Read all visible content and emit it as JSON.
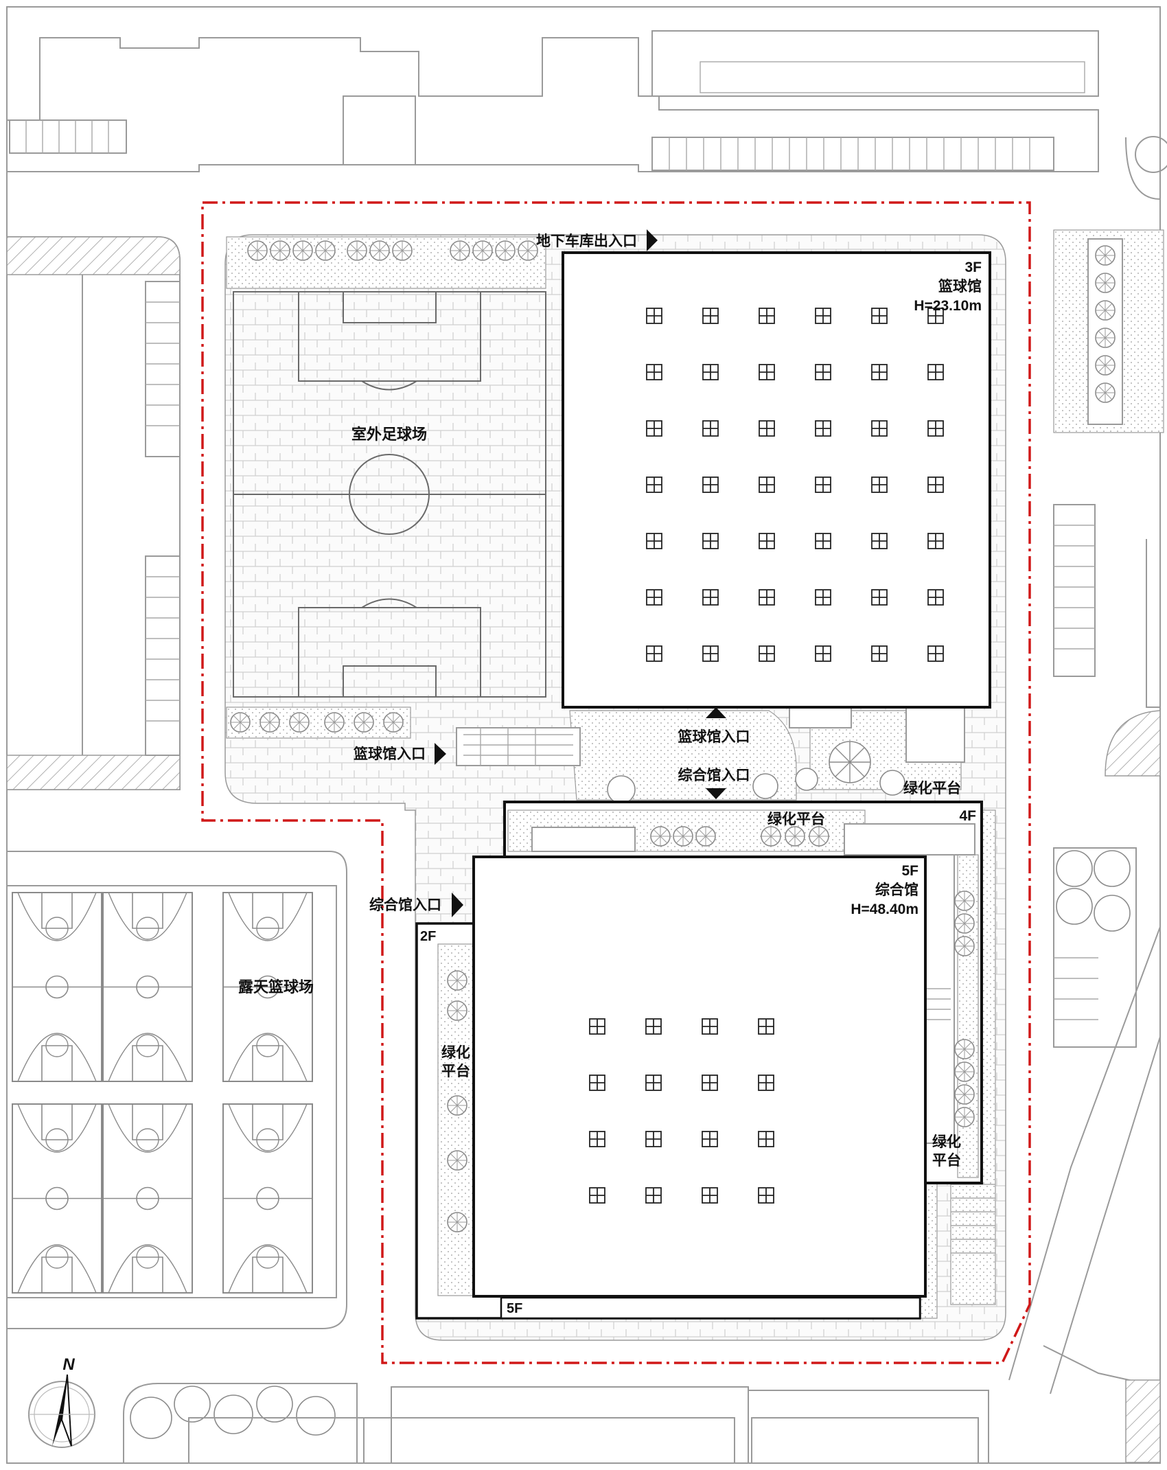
{
  "site": {
    "outdoor_football": "室外足球场",
    "outdoor_basketball": "露天篮球场",
    "garage_exit": "地下车库出入口",
    "basketball_entry_west": "篮球馆入口",
    "basketball_entry_south": "篮球馆入口",
    "complex_entry_north": "综合馆入口",
    "complex_entry_west": "综合馆入口",
    "north_arrow": "N"
  },
  "basketball_hall": {
    "floors": "3F",
    "name": "篮球馆",
    "height": "H=23.10m"
  },
  "complex_hall": {
    "floors": "5F",
    "name": "综合馆",
    "height": "H=48.40m"
  },
  "levels": {
    "l2": "2F",
    "l4": "4F",
    "l5_bottom": "5F"
  },
  "terraces": {
    "east_top": "绿化平台",
    "north_4f": "绿化平台",
    "west_line1": "绿化",
    "west_line2": "平台",
    "east_line1": "绿化",
    "east_line2": "平台"
  },
  "colors": {
    "site_boundary": "#d01818",
    "building_outline": "#111111",
    "context_lines": "#9a9a9a"
  }
}
